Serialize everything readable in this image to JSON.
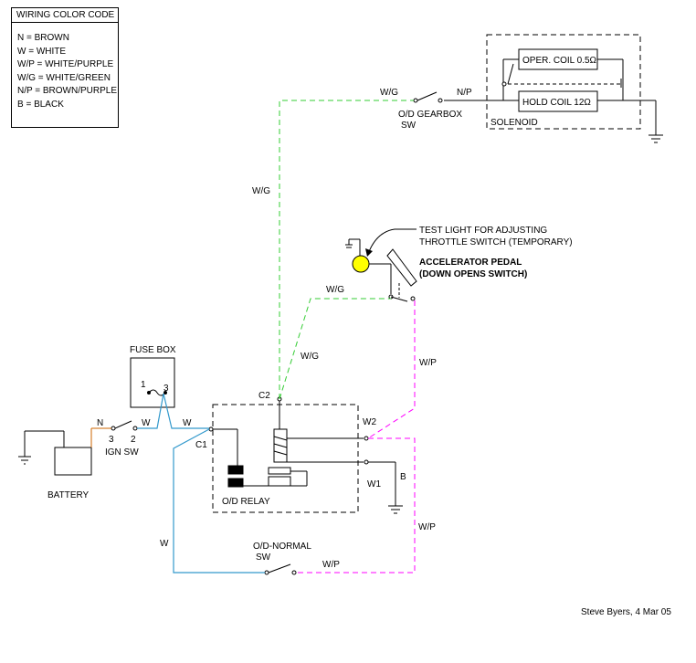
{
  "legend": {
    "title": "WIRING COLOR CODE",
    "items": [
      "N = BROWN",
      "W = WHITE",
      "W/P = WHITE/PURPLE",
      "W/G = WHITE/GREEN",
      "N/P = BROWN/PURPLE",
      "B = BLACK"
    ]
  },
  "solenoid": {
    "label": "SOLENOID",
    "oper_coil": "OPER. COIL 0.5Ω",
    "hold_coil": "HOLD COIL 12Ω"
  },
  "gearbox_switch": {
    "label_line1": "O/D GEARBOX",
    "label_line2": "SW"
  },
  "test_light": {
    "line1": "TEST LIGHT FOR ADJUSTING",
    "line2": "THROTTLE SWITCH (TEMPORARY)"
  },
  "accelerator": {
    "line1": "ACCELERATOR PEDAL",
    "line2": "(DOWN OPENS SWITCH)"
  },
  "fuse_box": {
    "label": "FUSE BOX",
    "terminal_1": "1",
    "terminal_3": "3"
  },
  "ignition": {
    "label": "IGN SW",
    "terminal_3": "3",
    "terminal_2": "2"
  },
  "battery": {
    "label": "BATTERY"
  },
  "relay": {
    "label": "O/D RELAY",
    "c1": "C1",
    "c2": "C2",
    "w1": "W1",
    "w2": "W2"
  },
  "normal_switch": {
    "label_line1": "O/D-NORMAL",
    "label_line2": "SW"
  },
  "wire_labels": {
    "wg_top": "W/G",
    "np": "N/P",
    "wg_vertical": "W/G",
    "wg_throttle": "W/G",
    "wg_diag": "W/G",
    "wp_right": "W/P",
    "n_batt": "N",
    "w_ign": "W",
    "w_fuse": "W",
    "w_left": "W",
    "b": "B",
    "wp_lower": "W/P",
    "wp_bottom": "W/P"
  },
  "credit": "Steve Byers, 4 Mar 05",
  "colors": {
    "green_wire": "#33cc33",
    "purple_wire": "#ff00ff",
    "blue_wire": "#3399cc",
    "brown_wire": "#cc6600",
    "lamp": "#ffff00"
  }
}
